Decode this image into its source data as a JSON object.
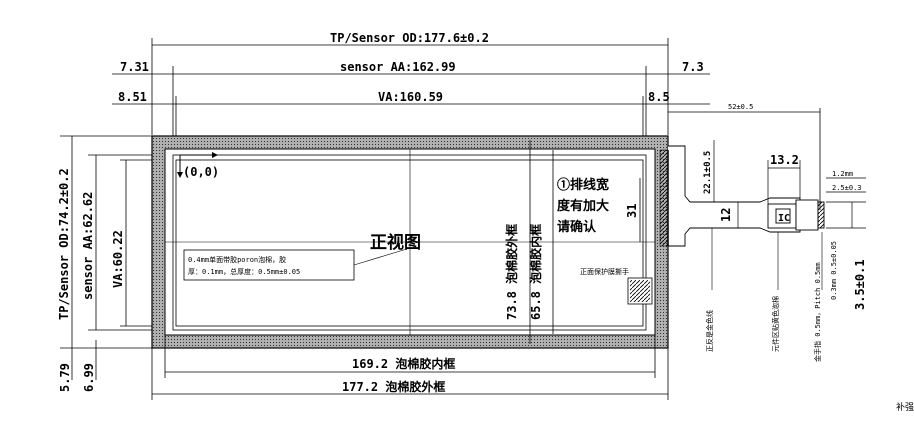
{
  "dims": {
    "od_width": "TP/Sensor OD:177.6±0.2",
    "sensor_aa_width": "sensor AA:162.99",
    "left_aa_margin": "7.31",
    "right_aa_margin": "7.3",
    "va_width": "VA:160.59",
    "left_va_margin": "8.51",
    "right_va_margin": "8.5",
    "fpc_length": "52±0.5",
    "od_height": "TP/Sensor OD:74.2±0.2",
    "sensor_aa_height": "sensor AA:62.62",
    "va_height": "VA:60.22",
    "bottom_margin_1": "5.79",
    "bottom_margin_2": "6.99",
    "foam_outer_height": "73.8 泡棉胶外框",
    "foam_inner_height": "65.8 泡棉胶内框",
    "foam_inner_width": "169.2 泡棉胶内框",
    "foam_outer_width": "177.2 泡棉胶外框",
    "fpc_dim_22": "22.1±0.5",
    "fpc_dim_12": "12",
    "fpc_dim_132": "13.2",
    "fpc_dim_25": "2.5±0.3",
    "fpc_dim_35": "3.5±0.1",
    "fpc_dim_12mm": "1.2mm",
    "fpc_dim_31": "31"
  },
  "labels": {
    "origin": "(0,0)",
    "front_view": "正视图",
    "foam_note_line1": "0.4mm单面带胶poron泡棉，胶",
    "foam_note_line2": "厚：0.1mm，总厚度：0.5mm±0.05",
    "cable_note_1": "①排线宽",
    "cable_note_2": "度有加大",
    "cable_note_3": "请确认",
    "protective_film": "正面保护膜撕手",
    "ic_label": "IC",
    "vert_note_1": "正反是金色线",
    "vert_note_2": "元件区贴黄色泡棉",
    "vert_note_3": "金手指 0.5mm，Pitch 0.5mm",
    "vert_note_4": "0.3mm 0.5±0.05",
    "tiny_note": "补强"
  },
  "colors": {
    "line": "#000000",
    "frame_fill": "#888888"
  }
}
